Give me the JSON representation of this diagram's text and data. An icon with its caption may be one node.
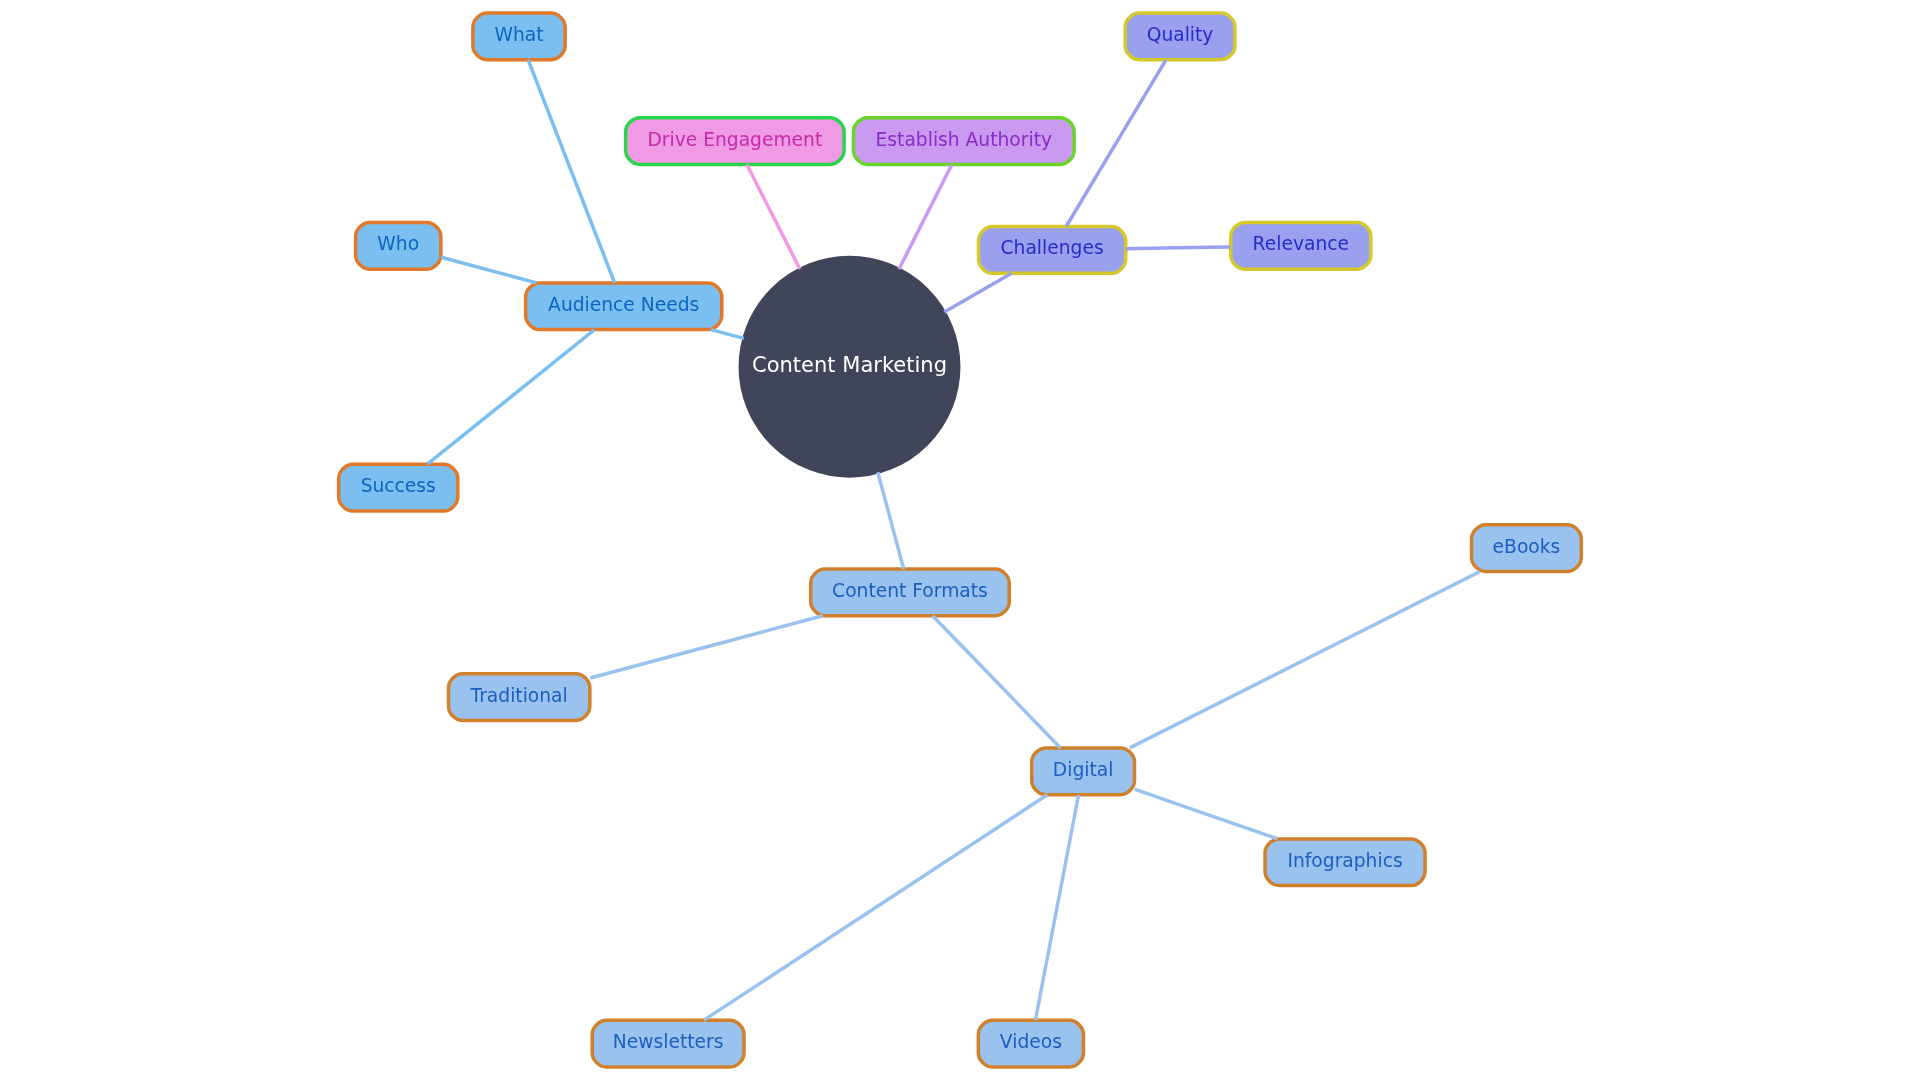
{
  "diagram": {
    "nodes": [
      {
        "text": [
          "Content Marketing"
        ]
      },
      {
        "text": [
          "Challenges"
        ]
      },
      {
        "text": [
          "Relevance"
        ]
      },
      {
        "text": [
          "Quality"
        ]
      },
      {
        "text": [
          "Establish Authority"
        ]
      },
      {
        "text": [
          "Drive Engagement"
        ]
      },
      {
        "text": [
          "Audience Needs"
        ]
      },
      {
        "text": [
          "What"
        ]
      },
      {
        "text": [
          "Who"
        ]
      },
      {
        "text": [
          "Success"
        ]
      },
      {
        "text": [
          "Content Formats"
        ]
      },
      {
        "text": [
          "Traditional"
        ]
      },
      {
        "text": [
          "Digital"
        ]
      },
      {
        "text": [
          "Newsletters"
        ]
      },
      {
        "text": [
          "Videos"
        ]
      },
      {
        "text": [
          "Infographics"
        ]
      },
      {
        "text": [
          "eBooks"
        ]
      }
    ],
    "edges": [
      {
        "from": 0,
        "to": 1,
        "arrow": "none",
        "color": "#9aa0f0"
      },
      {
        "from": 1,
        "to": 2,
        "arrow": "none",
        "color": "#9aa0f0"
      },
      {
        "from": 1,
        "to": 3,
        "arrow": "none",
        "color": "#9aa0f0"
      },
      {
        "from": 0,
        "to": 4,
        "arrow": "none",
        "color": "#c99af0"
      },
      {
        "from": 0,
        "to": 5,
        "arrow": "none",
        "color": "#f09ae6"
      },
      {
        "from": 0,
        "to": 6,
        "arrow": "none",
        "color": "#7abff0"
      },
      {
        "from": 6,
        "to": 7,
        "arrow": "none",
        "color": "#7abff0"
      },
      {
        "from": 6,
        "to": 8,
        "arrow": "none",
        "color": "#7abff0"
      },
      {
        "from": 6,
        "to": 9,
        "arrow": "none",
        "color": "#7abff0"
      },
      {
        "from": 0,
        "to": 10,
        "arrow": "none",
        "color": "#9ac2ee"
      },
      {
        "from": 10,
        "to": 11,
        "arrow": "none",
        "color": "#9ac2ee"
      },
      {
        "from": 10,
        "to": 12,
        "arrow": "none",
        "color": "#9ac2ee"
      },
      {
        "from": 12,
        "to": 13,
        "arrow": "none",
        "color": "#9ac2ee"
      },
      {
        "from": 12,
        "to": 14,
        "arrow": "none",
        "color": "#9ac2ee"
      },
      {
        "from": 12,
        "to": 15,
        "arrow": "none",
        "color": "#9ac2ee"
      },
      {
        "from": 12,
        "to": 16,
        "arrow": "none",
        "color": "#9ac2ee"
      }
    ]
  }
}
